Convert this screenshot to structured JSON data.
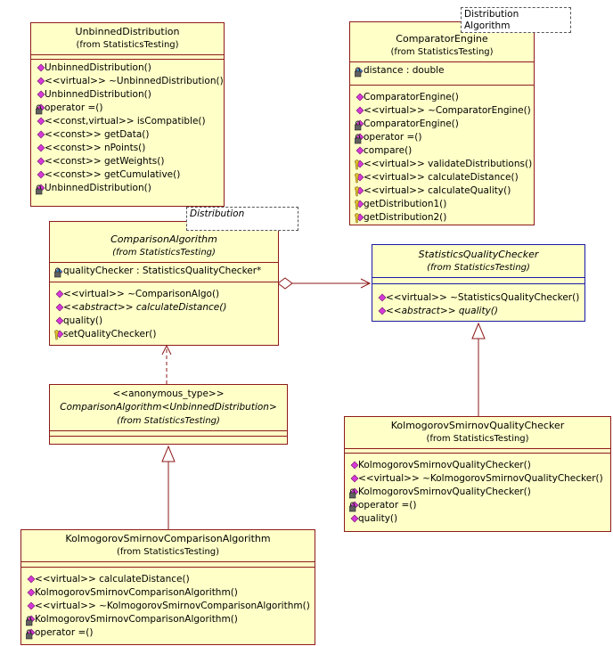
{
  "colors": {
    "class_fill": "#ffffc8",
    "class_border": "#8e1a1a",
    "interface_border": "#1a1aa8",
    "line": "#8e1a1a",
    "method_icon": "#d838d8",
    "attribute_icon": "#30a0e0"
  },
  "unbinned": {
    "name": "UnbinnedDistribution",
    "from": "(from StatisticsTesting)",
    "methods": [
      {
        "text": "UnbinnedDistribution()",
        "icon": "public-method-icon"
      },
      {
        "text": "<<virtual>> ~UnbinnedDistribution()",
        "icon": "public-method-icon"
      },
      {
        "text": "UnbinnedDistribution()",
        "icon": "public-method-icon"
      },
      {
        "text": "operator =()",
        "icon": "private-method-icon"
      },
      {
        "text": "<<const,virtual>> isCompatible()",
        "icon": "public-method-icon"
      },
      {
        "text": "<<const>> getData()",
        "icon": "public-method-icon"
      },
      {
        "text": "<<const>> nPoints()",
        "icon": "public-method-icon"
      },
      {
        "text": "<<const>> getWeights()",
        "icon": "public-method-icon"
      },
      {
        "text": "<<const>> getCumulative()",
        "icon": "public-method-icon"
      },
      {
        "text": "UnbinnedDistribution()",
        "icon": "private-method-icon"
      }
    ]
  },
  "comparator": {
    "name": "ComparatorEngine",
    "from": "(from StatisticsTesting)",
    "template_param": "Distribution\nAlgorithm",
    "attributes": [
      {
        "text": "distance : double",
        "icon": "private-attribute-icon"
      }
    ],
    "methods": [
      {
        "text": "ComparatorEngine()",
        "icon": "public-method-icon"
      },
      {
        "text": "<<virtual>> ~ComparatorEngine()",
        "icon": "public-method-icon"
      },
      {
        "text": "ComparatorEngine()",
        "icon": "private-method-icon"
      },
      {
        "text": "operator =()",
        "icon": "private-method-icon"
      },
      {
        "text": "compare()",
        "icon": "public-method-icon"
      },
      {
        "text": "<<virtual>> validateDistributions()",
        "icon": "protected-method-icon"
      },
      {
        "text": "<<virtual>> calculateDistance()",
        "icon": "protected-method-icon"
      },
      {
        "text": "<<virtual>> calculateQuality()",
        "icon": "protected-method-icon"
      },
      {
        "text": "getDistribution1()",
        "icon": "protected-method-icon"
      },
      {
        "text": "getDistribution2()",
        "icon": "protected-method-icon"
      }
    ]
  },
  "comparison": {
    "name": "ComparisonAlgorithm",
    "from": "(from StatisticsTesting)",
    "template_param": "Distribution",
    "attributes": [
      {
        "text": "qualityChecker : StatisticsQualityChecker*",
        "icon": "private-attribute-icon"
      }
    ],
    "methods": [
      {
        "pre": "<<virtual>> ~ComparisonAlgo()",
        "post": "",
        "icon": "public-method-icon"
      },
      {
        "pre": "<<abstract>> calculateDistance()",
        "post": "",
        "icon": "public-method-icon",
        "italic": true
      },
      {
        "pre": "quality()",
        "post": "",
        "icon": "public-method-icon"
      },
      {
        "pre": "setQualityChecker()",
        "post": "",
        "icon": "protected-method-icon"
      }
    ]
  },
  "checker": {
    "name": "StatisticsQualityChecker",
    "from": "(from StatisticsTesting)",
    "methods": [
      {
        "text": "<<virtual>> ~StatisticsQualityChecker()",
        "icon": "public-method-icon"
      },
      {
        "text": "<<abstract>> quality()",
        "icon": "public-method-icon",
        "italic": true
      }
    ]
  },
  "anon": {
    "stereotype": "<<anonymous_type>>",
    "name": "ComparisonAlgorithm<UnbinnedDistribution>",
    "from": "(from StatisticsTesting)"
  },
  "kscheck": {
    "name": "KolmogorovSmirnovQualityChecker",
    "from": "(from StatisticsTesting)",
    "methods": [
      {
        "text": "KolmogorovSmirnovQualityChecker()",
        "icon": "public-method-icon"
      },
      {
        "text": "<<virtual>> ~KolmogorovSmirnovQualityChecker()",
        "icon": "public-method-icon"
      },
      {
        "text": "KolmogorovSmirnovQualityChecker()",
        "icon": "private-method-icon"
      },
      {
        "text": "operator =()",
        "icon": "private-method-icon"
      },
      {
        "text": "quality()",
        "icon": "public-method-icon"
      }
    ]
  },
  "kscomp": {
    "name": "KolmogorovSmirnovComparisonAlgorithm",
    "from": "(from StatisticsTesting)",
    "methods": [
      {
        "text": "<<virtual>> calculateDistance()",
        "icon": "public-method-icon"
      },
      {
        "text": "KolmogorovSmirnovComparisonAlgorithm()",
        "icon": "public-method-icon"
      },
      {
        "text": "<<virtual>> ~KolmogorovSmirnovComparisonAlgorithm()",
        "icon": "public-method-icon"
      },
      {
        "text": "KolmogorovSmirnovComparisonAlgorithm()",
        "icon": "private-method-icon"
      },
      {
        "text": "operator =()",
        "icon": "private-method-icon"
      }
    ]
  }
}
